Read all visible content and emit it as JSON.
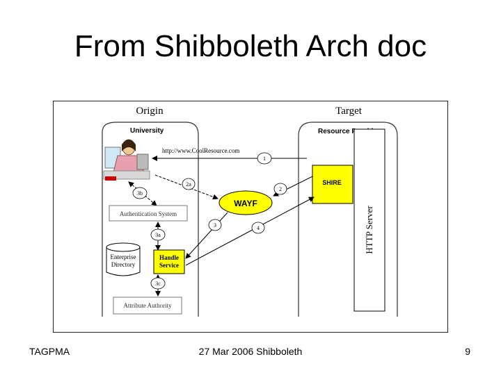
{
  "slide": {
    "title": "From Shibboleth Arch doc"
  },
  "diagram": {
    "origin_label": "Origin",
    "target_label": "Target",
    "university_label": "University",
    "resource_provider_label": "Resource Provider",
    "url": "http://www.CoolResource.com",
    "shire_label": "SHIRE",
    "wayf_label": "WAYF",
    "http_server_label": "HTTP Server",
    "auth_system_label": "Authentication System",
    "enterprise_dir_line1": "Enterprise",
    "enterprise_dir_line2": "Directory",
    "handle_service_line1": "Handle",
    "handle_service_line2": "Service",
    "attribute_authority_label": "Attribute Authority",
    "steps": {
      "s1": "1",
      "s2": "2",
      "s2a": "2a",
      "s3": "3",
      "s3a": "3a",
      "s3b": "3b",
      "s3c": "3c",
      "s4": "4"
    }
  },
  "footer": {
    "left": "TAGPMA",
    "center": "27 Mar 2006 Shibboleth",
    "right": "9"
  },
  "colors": {
    "highlight_yellow": "#ffff00",
    "box_border": "#000000"
  }
}
